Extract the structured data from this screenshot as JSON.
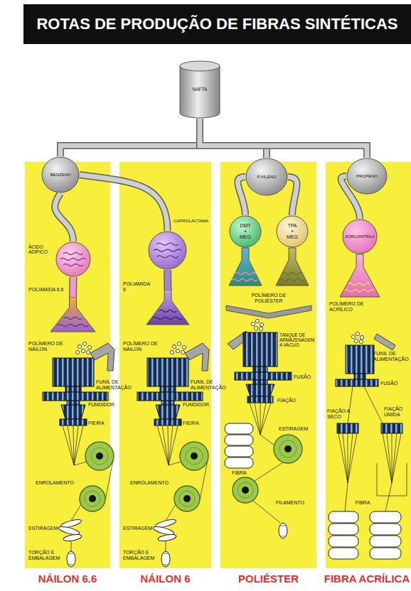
{
  "diagram": {
    "title": "ROTAS DE PRODUÇÃO DE FIBRAS SINTÉTICAS",
    "nodes": [
      {
        "text": [
          "NAFTA"
        ]
      },
      {
        "text": [
          "NÁILON 6.6"
        ]
      },
      {
        "text": [
          "BENZENO"
        ],
        "in": 1
      },
      {
        "text": [
          "ÁCIDO ADÍPICO"
        ],
        "in": 1
      },
      {
        "text": [
          "POLIAMIDA 6.6"
        ],
        "in": 1
      },
      {
        "text": [
          "NÁILON 6"
        ]
      },
      {
        "text": [
          "CAPROLACTAMA"
        ],
        "in": 5
      },
      {
        "text": [
          "POLIAMIDA 6"
        ],
        "in": 5
      },
      {
        "text": [
          "POLIÉSTER"
        ]
      },
      {
        "text": [
          "P.XILENO"
        ],
        "in": 8
      },
      {
        "text": [
          "DMT + MEG"
        ],
        "in": 8
      },
      {
        "text": [
          "TPA + MEG"
        ],
        "in": 8
      },
      {
        "text": [
          "FIBRA ACRÍLICA"
        ]
      },
      {
        "text": [
          "PROPENO"
        ],
        "in": 12
      },
      {
        "text": [
          "ACRILONITRILA"
        ],
        "in": 12
      }
    ],
    "edges": [
      {
        "from": 0,
        "to": 2,
        "arrow": "none"
      },
      {
        "from": 0,
        "to": 9,
        "arrow": "none"
      },
      {
        "from": 0,
        "to": 13,
        "arrow": "none"
      },
      {
        "from": 2,
        "to": 3,
        "arrow": "none"
      },
      {
        "from": 2,
        "to": 6,
        "arrow": "none"
      },
      {
        "from": 3,
        "to": 4,
        "arrow": "none"
      },
      {
        "from": 6,
        "to": 7,
        "arrow": "none"
      },
      {
        "from": 9,
        "to": 10,
        "arrow": "none"
      },
      {
        "from": 9,
        "to": 11,
        "arrow": "none"
      },
      {
        "from": 13,
        "to": 14,
        "arrow": "none"
      }
    ],
    "labels": [
      "POLÍMERO DE NÁILON",
      "FUNIL DE ALIMENTAÇÃO",
      "FUNDIDOR",
      "FIEIRA",
      "ENROLAMENTO",
      "ESTIRAGEM",
      "TORÇÃO E EMBALAGEM",
      "POLÍMERO DE NÁILON",
      "FUNIL DE ALIMENTAÇÃO",
      "FUNDIDOR",
      "FIEIRA",
      "ENROLAMENTO",
      "ESTIRAGEM",
      "TORÇÃO E EMBALAGEM",
      "POLÍMERO DE POLIÉSTER",
      "TANQUE DE ARMAZENAGEM A VACUO",
      "FUSÃO",
      "FIAÇÃO",
      "ESTIRAGEM",
      "FIBRA",
      "FILAMENTO",
      "POLÍMERO DE ACRÍLICO",
      "FUNIL DE ALIMENTAÇÃO",
      "FUSÃO",
      "FIAÇÃO A SECO",
      "FIAÇÃO ÚMIDA",
      "FIBRA"
    ]
  }
}
